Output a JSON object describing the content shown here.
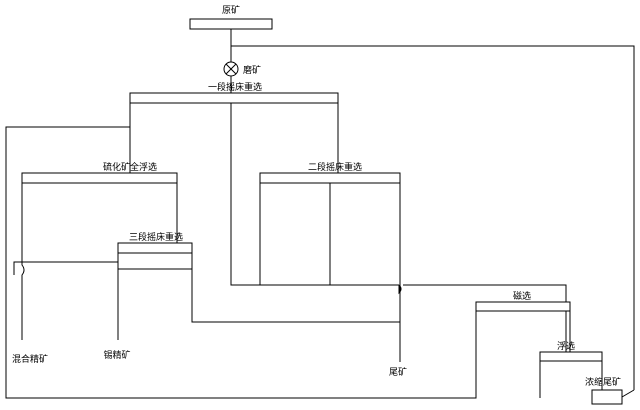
{
  "labels": {
    "raw_ore": "原矿",
    "crushed_ore": "磨矿",
    "stage1_table": "一段摇床重选",
    "sulfide_float": "硫化矿全浮选",
    "stage2_table": "二段摇床重选",
    "stage3_table": "三段摇床重选",
    "mixed_concentrate": "混合精矿",
    "tin_concentrate": "锡精矿",
    "tailings": "尾矿",
    "magnetic_sep": "磁选",
    "flotation": "浮选",
    "thickened_tailings": "浓缩尾矿"
  }
}
